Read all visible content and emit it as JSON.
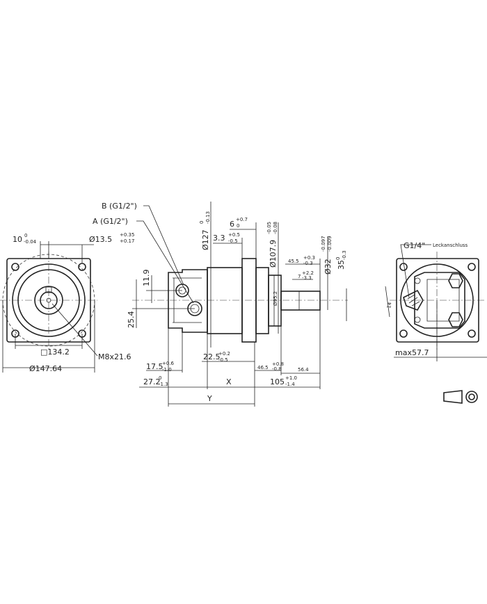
{
  "front_view": {
    "dim_flange_offset": "10",
    "dim_flange_offset_tol_upper": "0",
    "dim_flange_offset_tol_lower": "-0.04",
    "dim_hole": "Ø13.5",
    "dim_hole_tol_upper": "+0.35",
    "dim_hole_tol_lower": "+0.17",
    "dim_square": "□134.2",
    "dim_thread": "M8x21.6",
    "dim_bolt_circle": "Ø147.64"
  },
  "side_view": {
    "port_b": "B (G1/2\")",
    "port_a": "A (G1/2\")",
    "dim_11_9": "11.9",
    "dim_25_4": "25.4",
    "dim_127": "Ø127",
    "dim_127_tol_upper": "0",
    "dim_127_tol_lower": "-0.13",
    "dim_3_3": "3.3",
    "dim_3_3_tol_upper": "+0.5",
    "dim_3_3_tol_lower": "-0.5",
    "dim_6": "6",
    "dim_6_tol_upper": "+0.7",
    "dim_6_tol_lower": "0",
    "dim_107_9": "Ø107.9",
    "dim_107_9_tol_upper": "-0.05",
    "dim_107_9_tol_lower": "-0.08",
    "dim_95_2": "Ø95.2",
    "dim_45_5": "45.5",
    "dim_45_5_tol_upper": "+0.3",
    "dim_45_5_tol_lower": "-0.3",
    "dim_7": "7",
    "dim_7_tol_upper": "+2.2",
    "dim_7_tol_lower": "-3.3",
    "dim_32": "Ø32",
    "dim_32_tol_upper": "-0.097",
    "dim_32_tol_lower": "-0.009",
    "dim_35": "35",
    "dim_35_tol_upper": "0",
    "dim_35_tol_lower": "-0.3",
    "dim_22_5": "22.5",
    "dim_22_5_tol_upper": "+0.2",
    "dim_22_5_tol_lower": "-0.5",
    "dim_17_5": "17.5",
    "dim_17_5_tol_upper": "+0.6",
    "dim_17_5_tol_lower": "-1.0",
    "dim_46_5": "46.5",
    "dim_46_5_tol_upper": "+0.8",
    "dim_46_5_tol_lower": "-0.8",
    "dim_56_4": "56.4",
    "dim_27_2": "27.2",
    "dim_27_2_tol_upper": "0",
    "dim_27_2_tol_lower": "-1.3",
    "dim_x": "X",
    "dim_105": "105",
    "dim_105_tol_upper": "+1.0",
    "dim_105_tol_lower": "-1.4",
    "dim_y": "Y"
  },
  "rear_view": {
    "port_drain": "G1/4\"",
    "port_drain_label": "Leckanschluss",
    "dim_14": "14",
    "dim_max": "max57.7"
  }
}
